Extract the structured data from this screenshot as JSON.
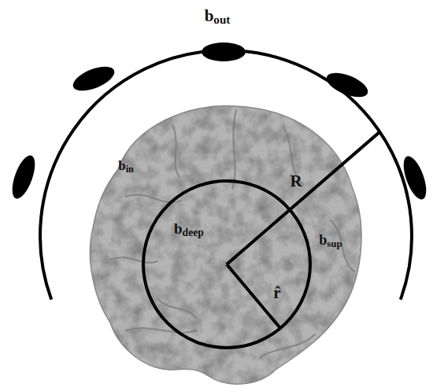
{
  "diagram": {
    "labels": [
      "bout",
      "bin",
      "bdeep",
      "bsup",
      "R",
      "r̂"
    ]
  }
}
